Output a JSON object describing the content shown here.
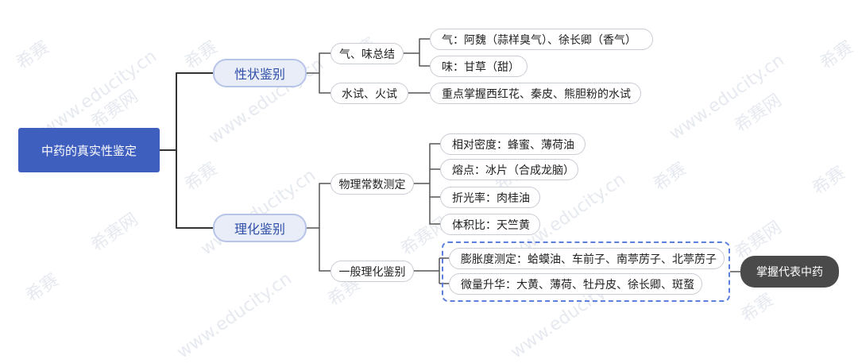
{
  "root": "中药的真实性鉴定",
  "branches": [
    {
      "label": "性状鉴别",
      "children": [
        {
          "label": "气、味总结",
          "items": [
            "气：阿魏（蒜样臭气）、徐长卿（香气）",
            "味：甘草（甜）"
          ]
        },
        {
          "label": "水试、火试",
          "items": [
            "重点掌握西红花、秦皮、熊胆粉的水试"
          ]
        }
      ]
    },
    {
      "label": "理化鉴别",
      "children": [
        {
          "label": "物理常数测定",
          "items": [
            "相对密度：蜂蜜、薄荷油",
            "熔点：冰片（合成龙脑）",
            "折光率：肉桂油",
            "体积比：天竺黄"
          ]
        },
        {
          "label": "一般理化鉴别",
          "items": [
            "膨胀度测定：蛤蟆油、车前子、南葶苈子、北葶苈子",
            "微量升华：大黄、薄荷、牡丹皮、徐长卿、斑蝥"
          ]
        }
      ]
    }
  ],
  "callout": "掌握代表中药",
  "watermark_logo": "希赛",
  "watermark_url": "www.educity.cn",
  "watermark_net": "希赛网",
  "colors": {
    "root_bg": "#3f5fbf",
    "l1_bg": "#e9edf8",
    "l1_border": "#b7c4e8",
    "dash": "#5b7fdb",
    "callout_bg": "#4a4a4a"
  }
}
